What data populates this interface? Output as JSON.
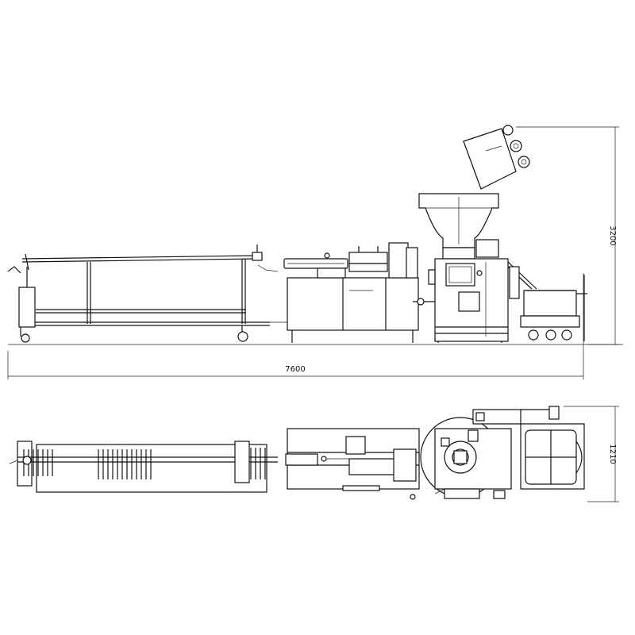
{
  "dimensions": {
    "length": "7600",
    "height": "3200",
    "width": "1210"
  }
}
